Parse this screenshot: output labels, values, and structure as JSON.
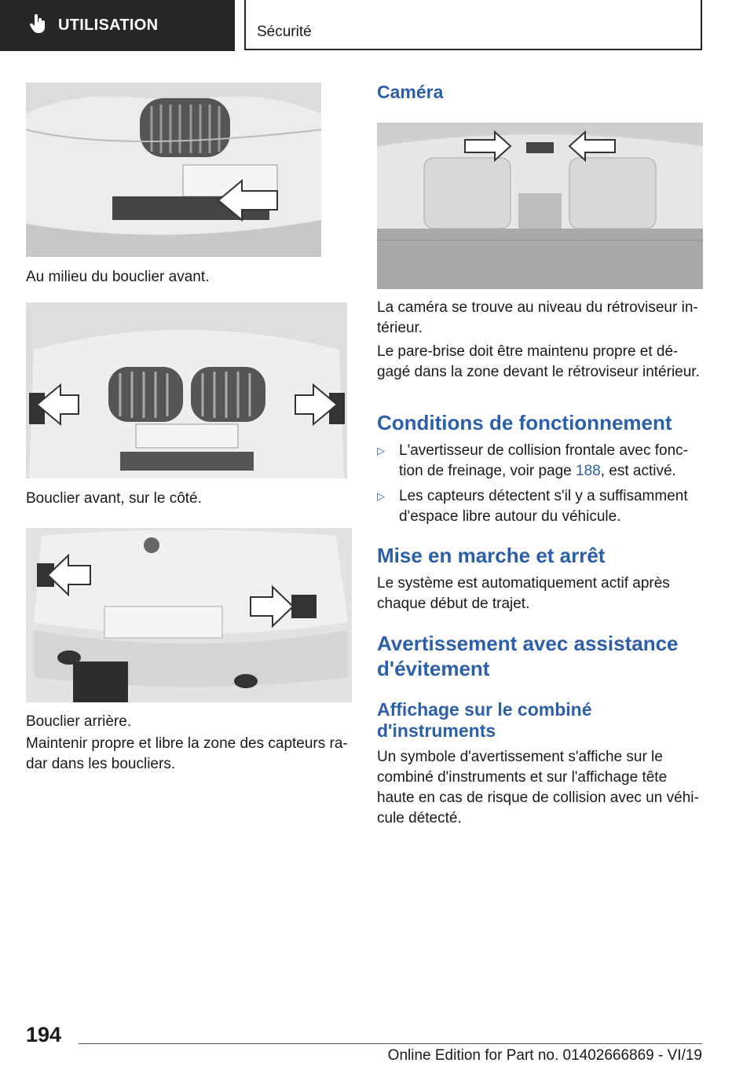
{
  "header": {
    "chapter": "UTILISATION",
    "section": "Sécurité",
    "hand_icon": "hand-pointer-icon"
  },
  "left_column": {
    "caption_front_middle": "Au milieu du bouclier avant.",
    "caption_front_side": "Bouclier avant, sur le côté.",
    "caption_rear": "Bouclier arrière.",
    "para_keep_clean": "Maintenir propre et libre la zone des capteurs ra-dar dans les boucliers."
  },
  "right_column": {
    "camera_heading": "Caméra",
    "camera_para1": "La caméra se trouve au niveau du rétroviseur in-térieur.",
    "camera_para2": "Le pare-brise doit être maintenu propre et dé-gagé dans la zone devant le rétroviseur intérieur.",
    "conditions_heading": "Conditions de fonctionnement",
    "bullets": [
      {
        "before": "L'avertisseur de collision frontale avec fonc-tion de freinage, voir page ",
        "link": "188",
        "after": ", est activé."
      },
      {
        "before": "Les capteurs détectent s'il y a suffisamment d'espace libre autour du véhicule."
      }
    ],
    "bullet_marker": "▷",
    "onoff_heading": "Mise en marche et arrêt",
    "onoff_para": "Le système est automatiquement actif après chaque début de trajet.",
    "warning_heading": "Avertissement avec assistance d'évitement",
    "display_heading": "Affichage sur le combiné d'instruments",
    "display_para": "Un symbole d'avertissement s'affiche sur le combiné d'instruments et sur l'affichage tête haute en cas de risque de collision avec un véhi-cule détecté."
  },
  "footer": {
    "page_number": "194",
    "edition": "Online Edition for Part no. 01402666869 - VI/19"
  },
  "colors": {
    "accent": "#2b5fa8",
    "header_bg": "#262626"
  }
}
